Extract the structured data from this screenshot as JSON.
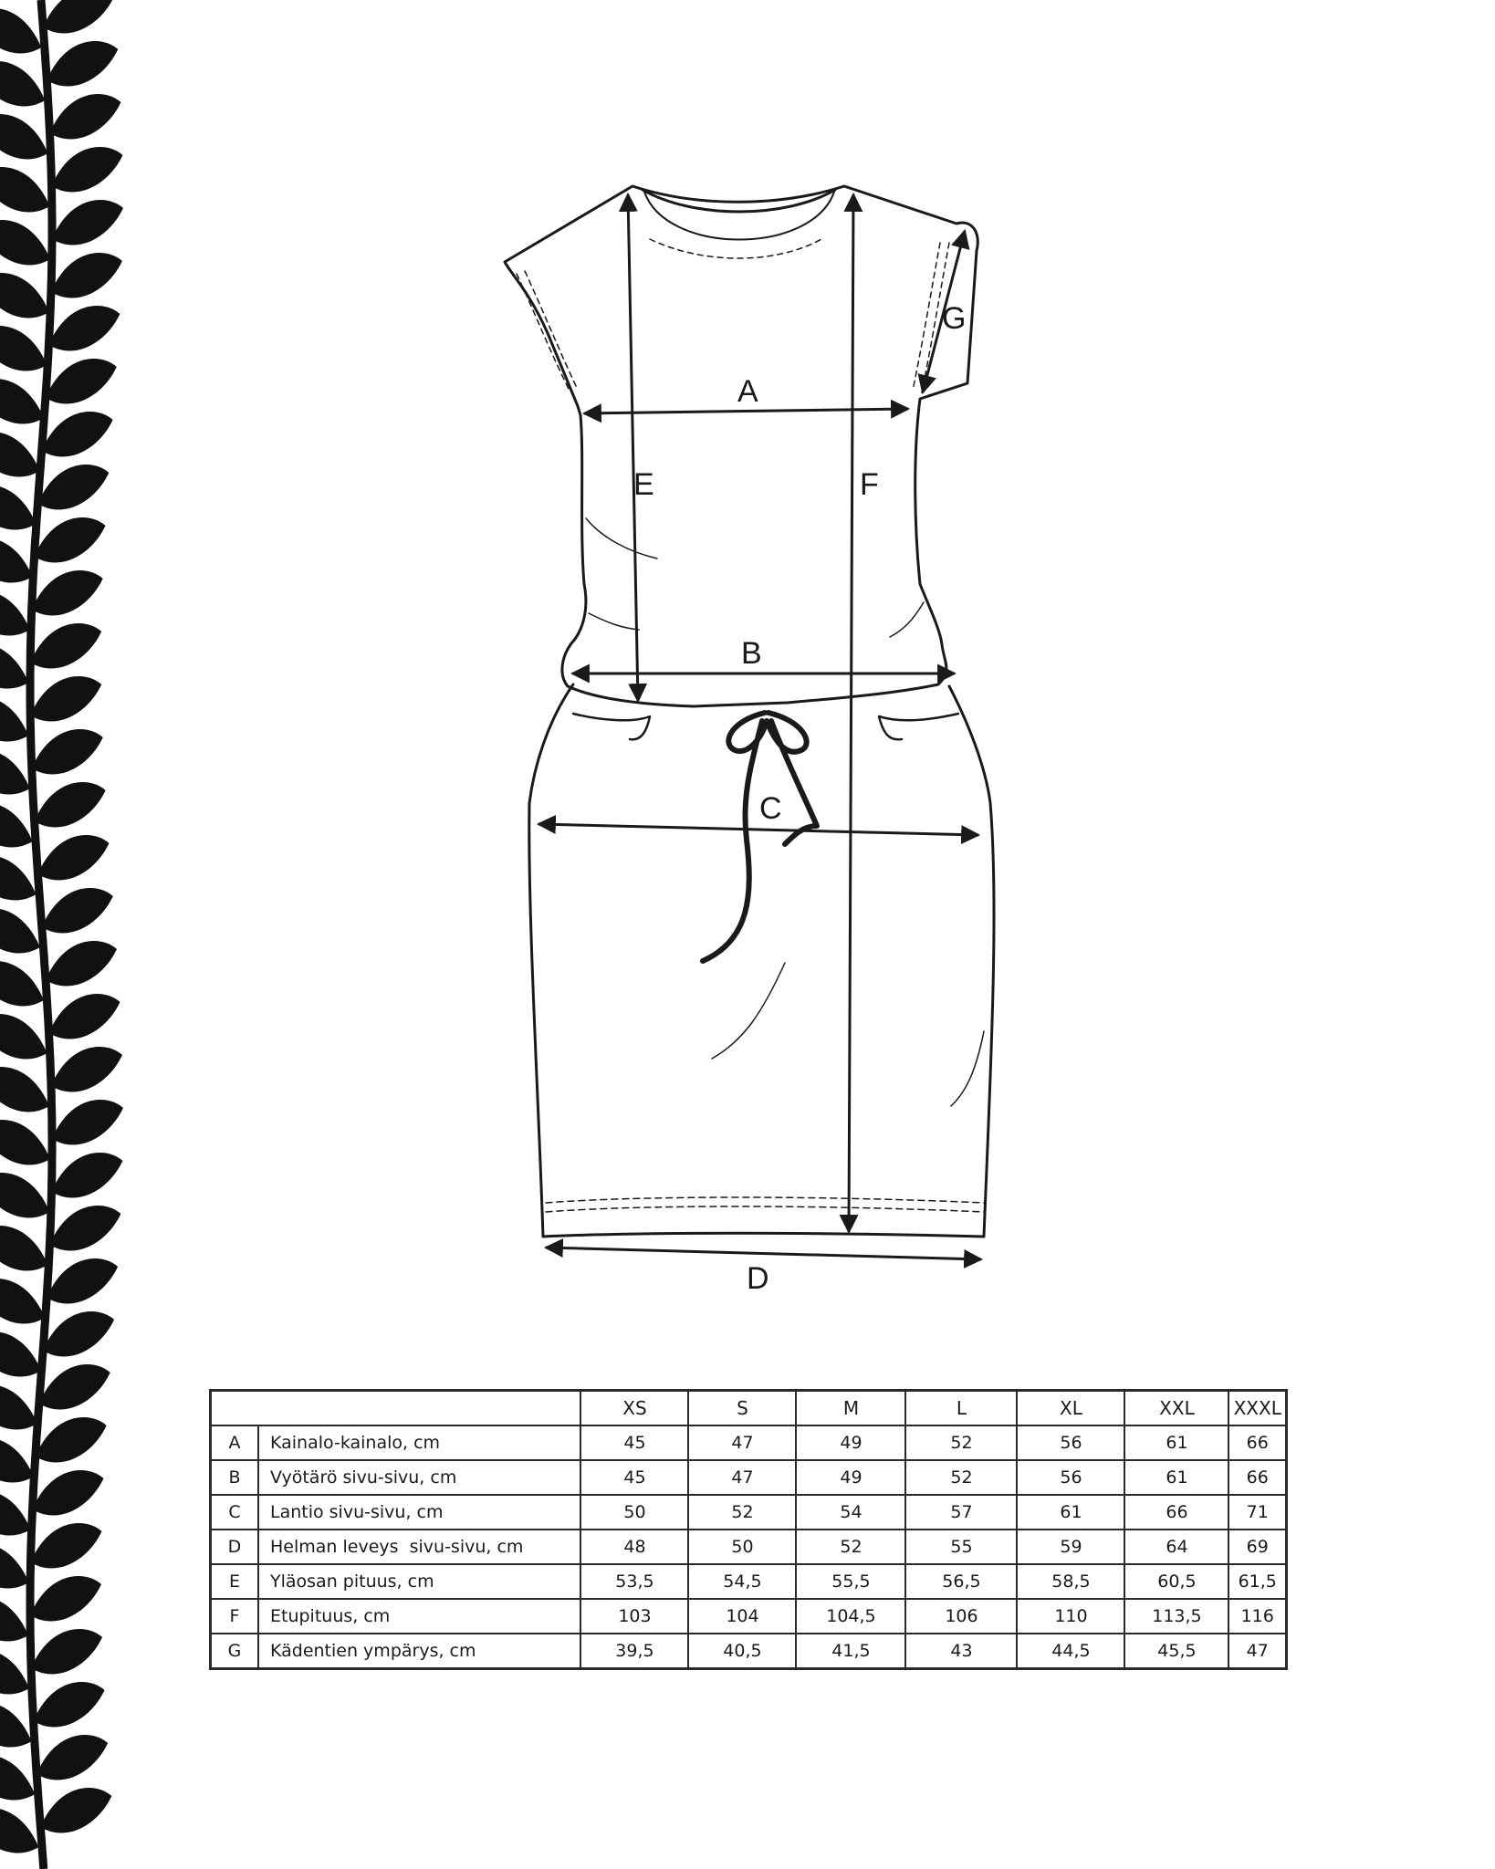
{
  "diagram": {
    "labels": {
      "a": "A",
      "b": "B",
      "c": "C",
      "d": "D",
      "e": "E",
      "f": "F",
      "g": "G"
    }
  },
  "table": {
    "sizes": [
      "XS",
      "S",
      "M",
      "L",
      "XL",
      "XXL",
      "XXXL"
    ],
    "rows": [
      {
        "code": "A",
        "name": "Kainalo-kainalo, cm",
        "values": [
          "45",
          "47",
          "49",
          "52",
          "56",
          "61",
          "66"
        ]
      },
      {
        "code": "B",
        "name": "Vyötärö sivu-sivu, cm",
        "values": [
          "45",
          "47",
          "49",
          "52",
          "56",
          "61",
          "66"
        ]
      },
      {
        "code": "C",
        "name": "Lantio sivu-sivu, cm",
        "values": [
          "50",
          "52",
          "54",
          "57",
          "61",
          "66",
          "71"
        ]
      },
      {
        "code": "D",
        "name": "Helman leveys  sivu-sivu, cm",
        "values": [
          "48",
          "50",
          "52",
          "55",
          "59",
          "64",
          "69"
        ]
      },
      {
        "code": "E",
        "name": "Yläosan pituus, cm",
        "values": [
          "53,5",
          "54,5",
          "55,5",
          "56,5",
          "58,5",
          "60,5",
          "61,5"
        ]
      },
      {
        "code": "F",
        "name": "Etupituus, cm",
        "values": [
          "103",
          "104",
          "104,5",
          "106",
          "110",
          "113,5",
          "116"
        ]
      },
      {
        "code": "G",
        "name": "Kädentien ympärys, cm",
        "values": [
          "39,5",
          "40,5",
          "41,5",
          "43",
          "44,5",
          "45,5",
          "47"
        ]
      }
    ]
  }
}
